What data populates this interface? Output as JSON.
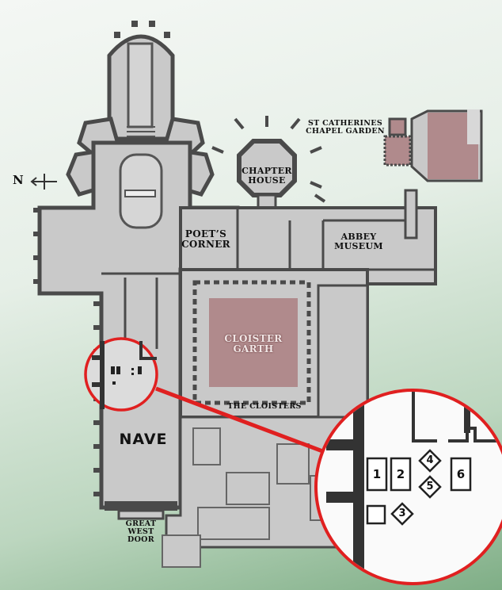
{
  "compass": {
    "label": "N"
  },
  "labels": {
    "chapter_house": "CHAPTER\nHOUSE",
    "st_catherines": "ST CATHERINES\nCHAPEL GARDEN",
    "poets_corner": "POET’S\nCORNER",
    "abbey_museum": "ABBEY\nMUSEUM",
    "cloister_garth": "CLOISTER\nGARTH",
    "the_cloisters": "THE CLOISTERS",
    "nave": "NAVE",
    "great_west_door": "GREAT\nWEST\nDOOR"
  },
  "inset_markers": [
    "1",
    "2",
    "3",
    "4",
    "5",
    "6"
  ],
  "colors": {
    "floor": "#c9c9c9",
    "wall": "#4a4a4a",
    "garden": "#b08a8c",
    "highlight_ring": "#e02020"
  }
}
